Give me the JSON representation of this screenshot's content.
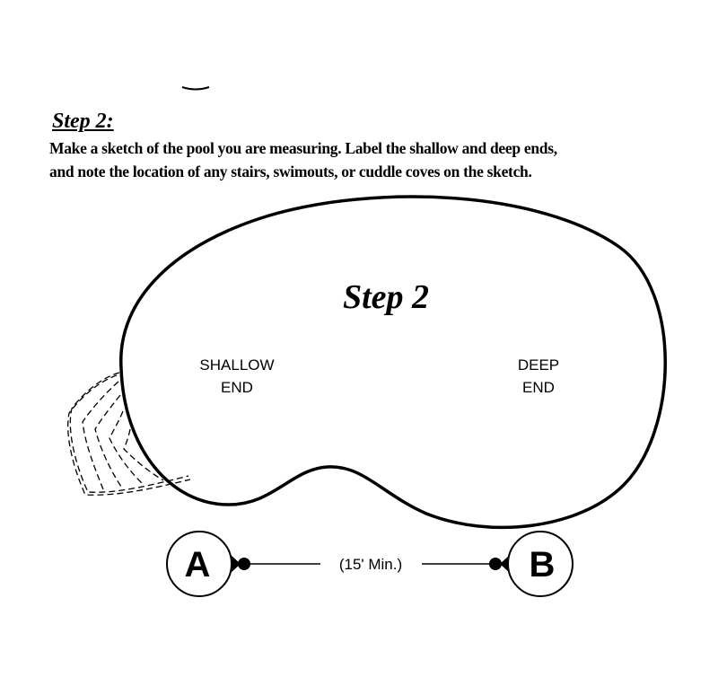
{
  "heading": "Step 2:",
  "instructions": {
    "line1": "Make a sketch of the pool you are measuring.  Label the shallow and deep ends,",
    "line2": "and note the location of any stairs, swimouts, or cuddle coves on the sketch."
  },
  "diagram": {
    "title": "Step 2",
    "shallow_label_1": "SHALLOW",
    "shallow_label_2": "END",
    "deep_label_1": "DEEP",
    "deep_label_2": "END",
    "point_a": "A",
    "point_b": "B",
    "distance_label": "(15' Min.)"
  }
}
